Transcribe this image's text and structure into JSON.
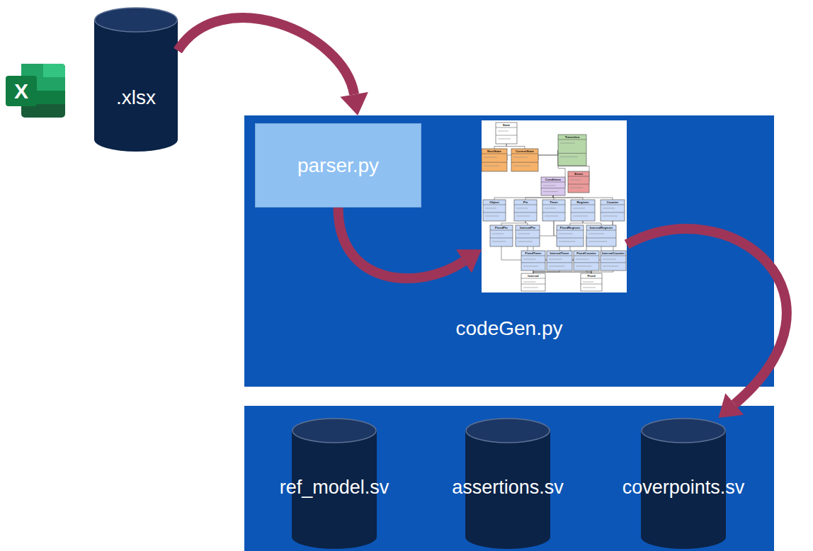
{
  "diagram": {
    "nodes": [
      {
        "text": [
          ".xlsx"
        ]
      },
      {
        "text": [
          "codeGen.py"
        ]
      },
      {
        "text": [
          "parser.py"
        ],
        "in": 1
      },
      {
        "text": [
          "State",
          "NextState",
          "CurrentState",
          "Transition",
          "Event",
          "Conditions",
          "Object",
          "Pin",
          "Timer",
          "Register",
          "Counter",
          "FixedPin",
          "IntervalPin",
          "FixedRegister",
          "IntervalRegister",
          "FixedTimer",
          "IntervalTimer",
          "FixedCounter",
          "IntervalCounter",
          "Interval",
          "Fixed"
        ],
        "in": 1
      },
      {
        "text": [
          "ref_model.sv"
        ]
      },
      {
        "text": [
          "assertions.sv"
        ]
      },
      {
        "text": [
          "coverpoints.sv"
        ]
      }
    ],
    "edges": [
      {
        "from": 0,
        "to": 1,
        "arrow": "to"
      },
      {
        "from": 2,
        "to": 3,
        "arrow": "to"
      },
      {
        "from": 3,
        "to": 6,
        "arrow": "to"
      }
    ],
    "labels": [
      "X"
    ]
  }
}
